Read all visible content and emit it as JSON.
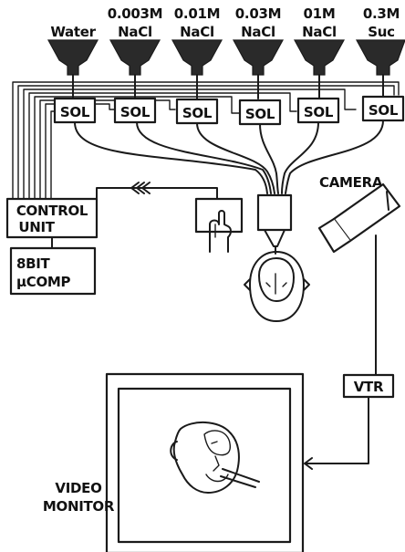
{
  "colors": {
    "ink": "#1a1a1a",
    "paper": "#ffffff"
  },
  "reservoirs": [
    {
      "line1": "",
      "line2": "Water"
    },
    {
      "line1": "0.003M",
      "line2": "NaCl"
    },
    {
      "line1": "0.01M",
      "line2": "NaCl"
    },
    {
      "line1": "0.03M",
      "line2": "NaCl"
    },
    {
      "line1": "01M",
      "line2": "NaCl"
    },
    {
      "line1": "0.3M",
      "line2": "Suc"
    }
  ],
  "valve_label": "SOL",
  "control_unit": {
    "line1": "CONTROL",
    "line2": "UNIT"
  },
  "computer": {
    "line1": "8BIT",
    "line2": "µCOMP"
  },
  "camera_label": "CAMERA",
  "vtr_label": "VTR",
  "monitor_label": {
    "line1": "VIDEO",
    "line2": "MONITOR"
  },
  "icons": [
    "reservoir-funnel-icon",
    "solenoid-valve-icon",
    "lever-icon",
    "hand-icon",
    "drinking-spout-icon",
    "monkey-head-icon",
    "camera-icon",
    "direction-arrows-icon",
    "monkey-face-icon"
  ]
}
